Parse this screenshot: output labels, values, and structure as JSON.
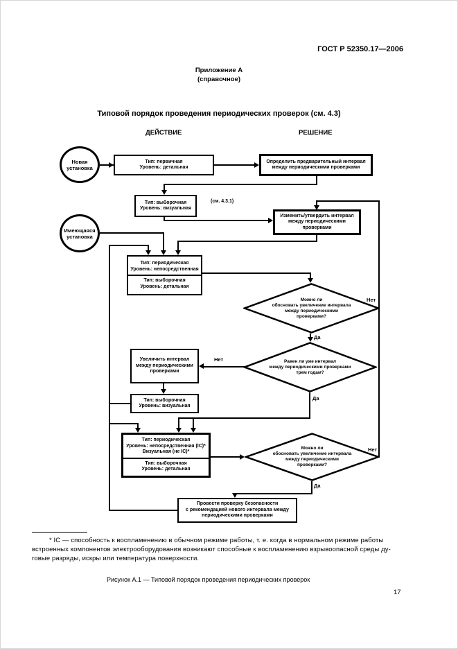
{
  "page": {
    "standard_code": "ГОСТ Р 52350.17—2006",
    "appendix_title": "Приложение А",
    "appendix_subtitle": "(справочное)",
    "figure_title": "Типовой порядок проведения периодических проверок (см. 4.3)",
    "caption": "Рисунок А.1 — Типовой порядок проведения периодических проверок",
    "page_number": "17"
  },
  "columns": {
    "action": "ДЕЙСТВИЕ",
    "decision": "РЕШЕНИЕ"
  },
  "flow": {
    "start_new": [
      "Новая",
      "установка"
    ],
    "start_existing": [
      "Имеющаяся",
      "установка"
    ],
    "ref_note": "(см. 4.3.1)",
    "labels": {
      "yes": "Да",
      "no": "Нет"
    },
    "box_initial": [
      "Тип: первичная",
      "Уровень: детальная"
    ],
    "box_define": [
      "Определить предварительный интервал",
      "между периодическими проверками"
    ],
    "box_sample_visual_1": [
      "Тип: выборочная",
      "Уровень: визуальная"
    ],
    "box_adjust": [
      "Изменить/утвердить интервал",
      "между периодическими",
      "проверками"
    ],
    "box_periodic_1": {
      "top": [
        "Тип: периодическая",
        "Уровень: непосредственная"
      ],
      "bottom": [
        "Тип: выборочная",
        "Уровень: детальная"
      ]
    },
    "diamond_justify_1": [
      "Можно ли",
      "обосновать увеличение интервала",
      "между периодическими",
      "проверками?"
    ],
    "diamond_three_years": [
      "Равен ли уже интервал",
      "между периодическими проверками",
      "трем годам?"
    ],
    "box_increase": [
      "Увеличить интервал",
      "между периодическими",
      "проверками"
    ],
    "box_sample_visual_2": [
      "Тип: выборочная",
      "Уровень: визуальная"
    ],
    "box_periodic_2": {
      "top": [
        "Тип: периодическая",
        "Уровень: непосредственная (IC)*",
        "Визуальная (не IC)*"
      ],
      "bottom": [
        "Тип: выборочная",
        "Уровень: детальная"
      ]
    },
    "diamond_justify_2": [
      "Можно ли",
      "обосновать увеличение интервала",
      "между периодическими",
      "проверками?"
    ],
    "box_safety_check": [
      "Провести проверку безопасности",
      "с рекомендацией нового интервала между",
      "периодическими проверками"
    ]
  },
  "footnote": {
    "line1": "* IС — способность к воспламенению в обычном режиме работы, т. е. когда в нормальном режиме работы",
    "line2": "встроенных компонентов электрооборудования возникают способные к воспламенению взрывоопасной среды ду-",
    "line3": "говые разряды, искры или температура поверхности."
  }
}
